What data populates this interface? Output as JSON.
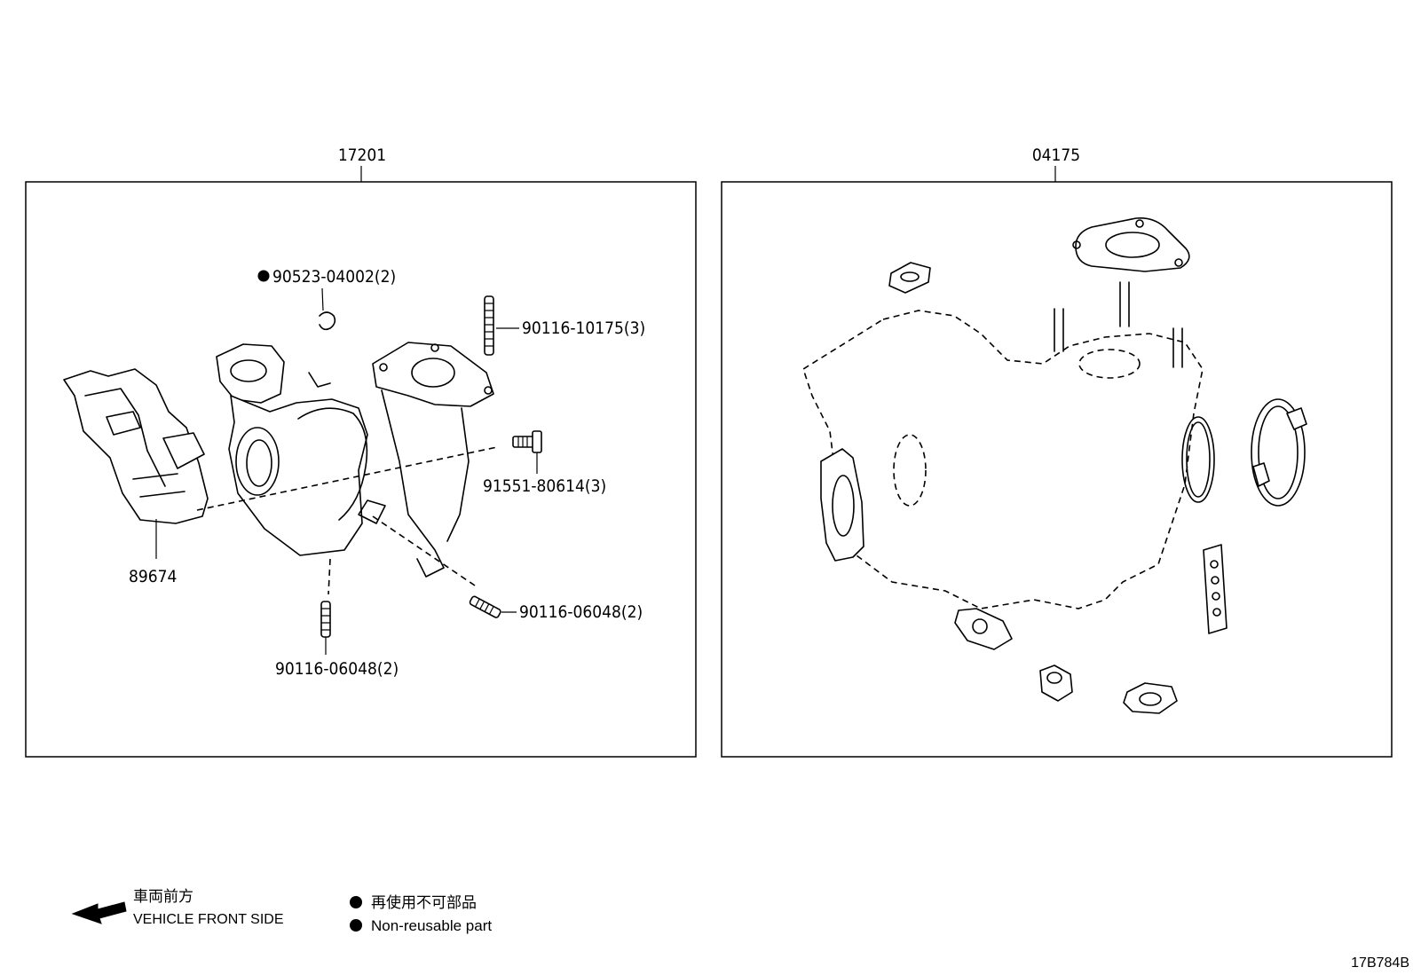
{
  "groups": {
    "left": {
      "assembly_no": "17201"
    },
    "right": {
      "assembly_no": "04175"
    }
  },
  "callouts": {
    "c1": "90523-04002(2)",
    "c2": "90116-10175(3)",
    "c3": "91551-80614(3)",
    "c4": "90116-06048(2)",
    "c5": "90116-06048(2)",
    "c6": "89674"
  },
  "legend": {
    "front_jp": "車両前方",
    "front_en": "VEHICLE FRONT SIDE",
    "nonreuse_jp": "再使用不可部品",
    "nonreuse_en": "Non-reusable part"
  },
  "figure_id": "17B784B"
}
